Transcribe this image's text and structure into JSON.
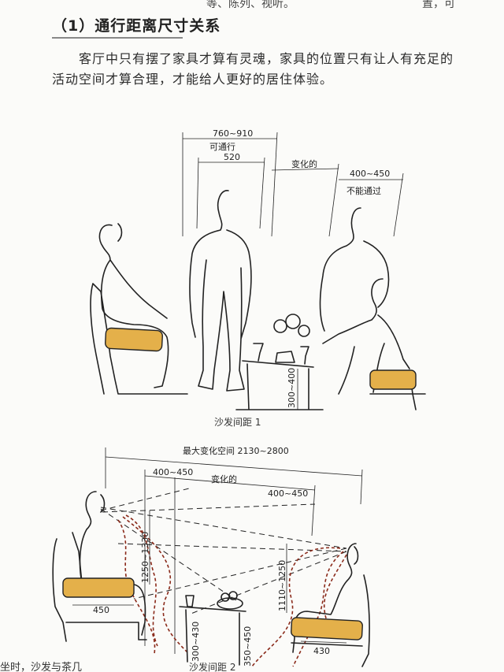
{
  "fragments": {
    "top_left": "等、陈列、视听。",
    "top_right": "置，可"
  },
  "section": {
    "title": "（1）通行距离尺寸关系",
    "paragraph": "客厅中只有摆了家具才算有灵魂，家具的位置只有让人有充足的活动空间才算合理，才能给人更好的居住体验。"
  },
  "figure1": {
    "dim_total": "760~910",
    "walkable": "可通行",
    "dim_520": "520",
    "variable": "变化的",
    "dim_right": "400~450",
    "not_passable": "不能通过",
    "table_height": "300~400",
    "caption": "沙发间距 1"
  },
  "figure2": {
    "max_space": "最大变化空间 2130~2800",
    "dim_left": "400~450",
    "variable": "变化的",
    "dim_right": "400~450",
    "eye_left": "1250~1330",
    "eye_right": "1110~1250",
    "seat_left": "450",
    "seat_right": "430",
    "table_left": "300~430",
    "table_right": "350~450",
    "caption_partial": "沙发间距 2"
  },
  "footer": {
    "partial_text": "坐时，沙发与茶几"
  }
}
